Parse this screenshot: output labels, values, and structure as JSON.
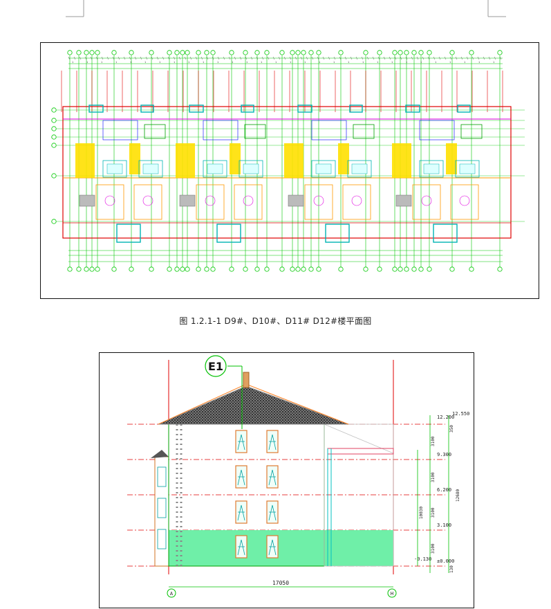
{
  "plan": {
    "caption": "图 1.2.1-1  D9#、D10#、D11# D12#楼平面图",
    "top_dims": [
      "1",
      "1",
      "1",
      "1",
      "1",
      "1",
      "1",
      "1",
      "1",
      "1",
      "1",
      "1",
      "1",
      "1",
      "1",
      "1",
      "1",
      "1",
      "1",
      "1",
      "1",
      "1",
      "1",
      "1",
      "1",
      "1",
      "1",
      "1",
      "1",
      "1"
    ],
    "colors": {
      "axis": "#00c800",
      "wall": "#e00000",
      "furniture": "#00b4b4",
      "yellow": "#ffe000",
      "magenta": "#e000e0",
      "blue": "#0000ff",
      "orange": "#ff9900"
    }
  },
  "elevation": {
    "callout": "E1",
    "axis_left": "A",
    "axis_right": "H",
    "total_width": "17050",
    "levels": [
      "12.200",
      "12.550",
      "9.300",
      "6.200",
      "3.100",
      "±0.000",
      "-0.130"
    ],
    "segment_dims": [
      "3100",
      "3100",
      "3100",
      "3100",
      "350",
      "130"
    ],
    "height_total": "10030",
    "height_total2": "12680"
  }
}
